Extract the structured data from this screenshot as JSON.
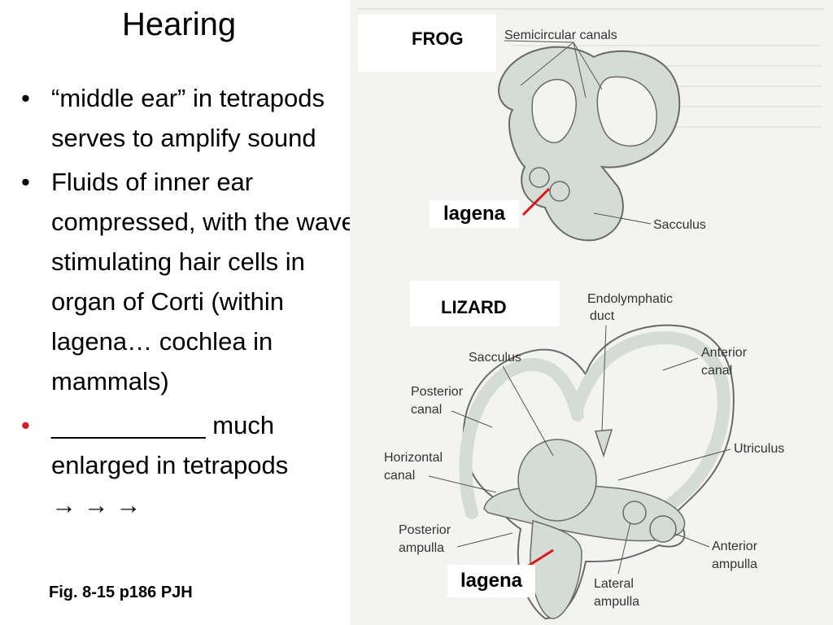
{
  "slide": {
    "title": "Hearing",
    "bullets": [
      {
        "text": "“middle ear” in tetrapods serves to amplify sound",
        "color": "#000000"
      },
      {
        "text": "Fluids of inner ear compressed, with the waves stimulating hair cells in organ of Corti (within lagena… cochlea in mammals)",
        "color": "#000000"
      },
      {
        "text": "___________ much enlarged in tetrapods",
        "color": "#000000",
        "bullet_color": "#d71920",
        "arrows": "→ → →"
      }
    ],
    "caption": "Fig. 8-15 p186 PJH"
  },
  "figure": {
    "frog": {
      "header": "FROG",
      "callout": "lagena",
      "labels": {
        "semicircular": "Semicircular canals",
        "sacculus": "Sacculus"
      }
    },
    "lizard": {
      "header": "LIZARD",
      "callout": "lagena",
      "labels": {
        "endolymphatic": "Endolymphatic",
        "endolymphatic2": "duct",
        "sacculus": "Sacculus",
        "anterior_canal": "Anterior",
        "anterior_canal2": "canal",
        "posterior_canal": "Posterior",
        "posterior_canal2": "canal",
        "utriculus": "Utriculus",
        "horizontal_canal": "Horizontal",
        "horizontal_canal2": "canal",
        "posterior_ampulla": "Posterior",
        "posterior_ampulla2": "ampulla",
        "anterior_ampulla": "Anterior",
        "anterior_ampulla2": "ampulla",
        "lateral_ampulla": "Lateral",
        "lateral_ampulla2": "ampulla"
      }
    },
    "colors": {
      "organ_fill": "#d3ddd5",
      "organ_stroke": "#6a6a6a",
      "callout_line": "#e0141a"
    }
  }
}
